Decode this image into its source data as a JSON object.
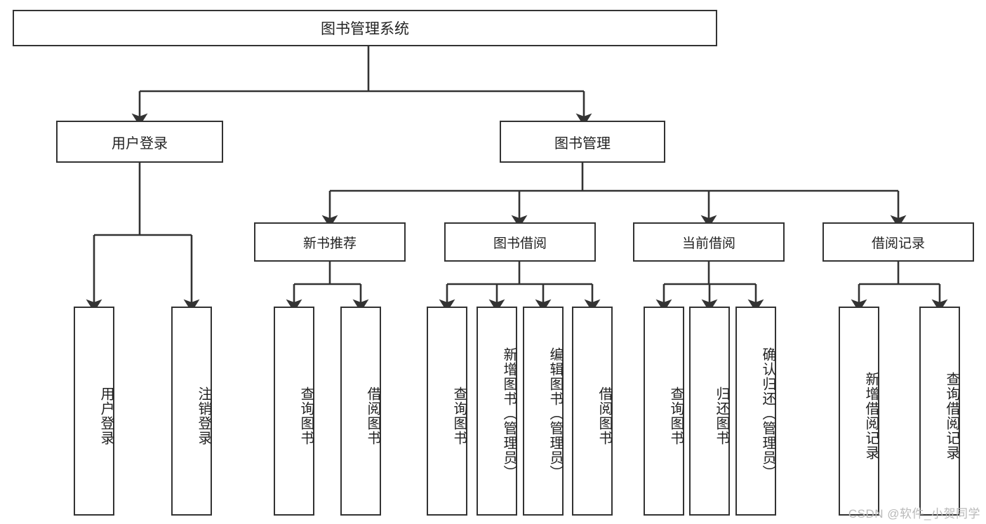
{
  "diagram": {
    "title": "图书管理系统",
    "type": "hierarchy-tree",
    "watermark": "CSDN @软件_小贺同学",
    "colors": {
      "stroke": "#333333",
      "fill": "#ffffff",
      "text": "#222222",
      "watermark": "#b9b9b9"
    },
    "nodes": {
      "root": {
        "label": "图书管理系统"
      },
      "level2": [
        {
          "label": "用户登录"
        },
        {
          "label": "图书管理"
        }
      ],
      "level3": [
        {
          "label": "新书推荐"
        },
        {
          "label": "图书借阅"
        },
        {
          "label": "当前借阅"
        },
        {
          "label": "借阅记录"
        }
      ],
      "leaves": {
        "user_login": [
          {
            "label": "用户登录"
          },
          {
            "label": "注销登录"
          }
        ],
        "new_book": [
          {
            "label": "查询图书"
          },
          {
            "label": "借阅图书"
          }
        ],
        "book_borrow": [
          {
            "label": "查询图书"
          },
          {
            "label": "新增图书（管理员）"
          },
          {
            "label": "编辑图书（管理员）"
          },
          {
            "label": "借阅图书"
          }
        ],
        "current_borrow": [
          {
            "label": "查询图书"
          },
          {
            "label": "归还图书"
          },
          {
            "label": "确认归还（管理员）"
          }
        ],
        "borrow_record": [
          {
            "label": "新增借阅记录"
          },
          {
            "label": "查询借阅记录"
          }
        ]
      }
    }
  }
}
